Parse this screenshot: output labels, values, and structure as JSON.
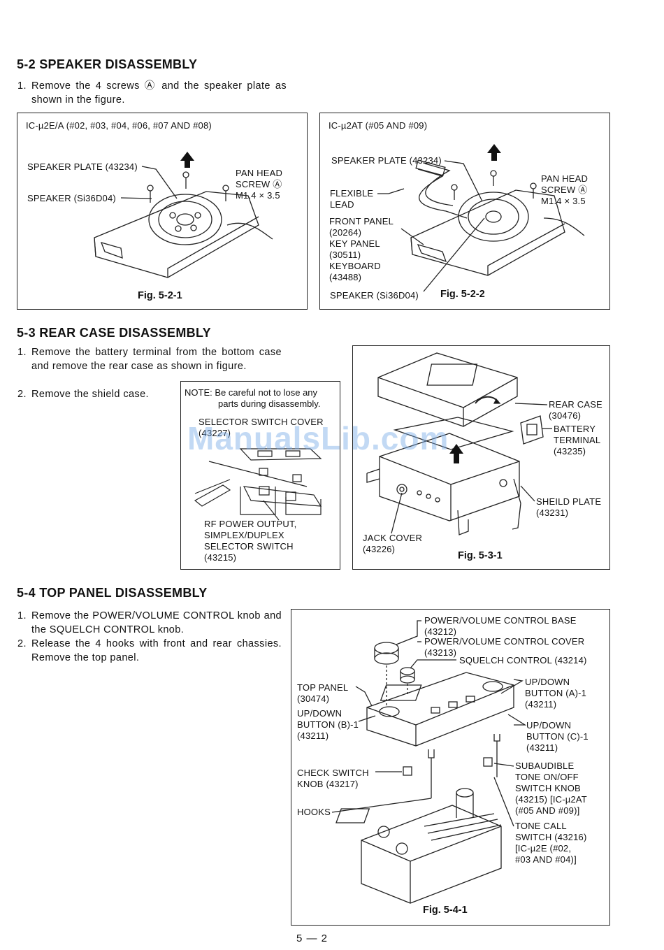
{
  "sec52": {
    "title": "5-2 SPEAKER DISASSEMBLY",
    "step1_num": "1.",
    "step1_text": "Remove the 4 screws Ⓐ and the speaker plate as shown in the figure.",
    "fig1": {
      "model": "IC-µ2E/A (#02, #03, #04, #06, #07 AND #08)",
      "speaker_plate": "SPEAKER PLATE (43234)",
      "speaker": "SPEAKER (Si36D04)",
      "pan_head": "PAN HEAD\nSCREW Ⓐ\nM1.4 × 3.5",
      "caption": "Fig. 5-2-1"
    },
    "fig2": {
      "model": "IC-µ2AT (#05 AND #09)",
      "speaker_plate": "SPEAKER PLATE (43234)",
      "flexible_lead": "FLEXIBLE\nLEAD",
      "front_panel": "FRONT PANEL\n(20264)\nKEY PANEL\n(30511)\nKEYBOARD\n(43488)",
      "speaker": "SPEAKER (Si36D04)",
      "pan_head": "PAN HEAD\nSCREW Ⓐ\nM1.4 × 3.5",
      "caption": "Fig. 5-2-2"
    }
  },
  "sec53": {
    "title": "5-3 REAR CASE DISASSEMBLY",
    "step1_num": "1.",
    "step1_text": "Remove the battery terminal from the bottom case and remove the rear case as shown in figure.",
    "step2_num": "2.",
    "step2_text": "Remove the shield case.",
    "note": {
      "line1": "NOTE: Be careful not to lose any",
      "line2": "parts during disassembly.",
      "selector_cover": "SELECTOR SWITCH COVER\n(43227)",
      "rf_power": "RF POWER OUTPUT,\nSIMPLEX/DUPLEX\nSELECTOR SWITCH\n(43215)"
    },
    "fig": {
      "rear_case": "REAR CASE\n(30476)",
      "battery_terminal": "BATTERY\nTERMINAL\n(43235)",
      "shield_plate": "SHEILD PLATE\n(43231)",
      "jack_cover": "JACK COVER\n(43226)",
      "caption": "Fig. 5-3-1"
    }
  },
  "sec54": {
    "title": "5-4 TOP PANEL DISASSEMBLY",
    "step1_num": "1.",
    "step1_text": "Remove the POWER/VOLUME CONTROL knob and the SQUELCH CONTROL knob.",
    "step2_num": "2.",
    "step2_text": "Release the 4 hooks with front and rear chassies. Remove the top panel.",
    "fig": {
      "pv_base": "POWER/VOLUME CONTROL BASE\n(43212)",
      "pv_cover": "POWER/VOLUME CONTROL COVER\n(43213)",
      "squelch": "SQUELCH CONTROL (43214)",
      "top_panel": "TOP PANEL\n(30474)",
      "updown_a": "UP/DOWN\nBUTTON (A)-1\n(43211)",
      "updown_b": "UP/DOWN\nBUTTON (B)-1\n(43211)",
      "updown_c": "UP/DOWN\nBUTTON (C)-1\n(43211)",
      "check_switch": "CHECK SWITCH\nKNOB (43217)",
      "subaudible": "SUBAUDIBLE\nTONE ON/OFF\nSWITCH KNOB\n(43215) [IC-µ2AT\n(#05 AND #09)]",
      "hooks": "HOOKS",
      "tone_call": "TONE CALL\nSWITCH (43216)\n[IC-µ2E (#02,\n#03 AND #04)]",
      "caption": "Fig. 5-4-1"
    }
  },
  "watermark": "ManualsLib.com",
  "page_number": "5 — 2"
}
